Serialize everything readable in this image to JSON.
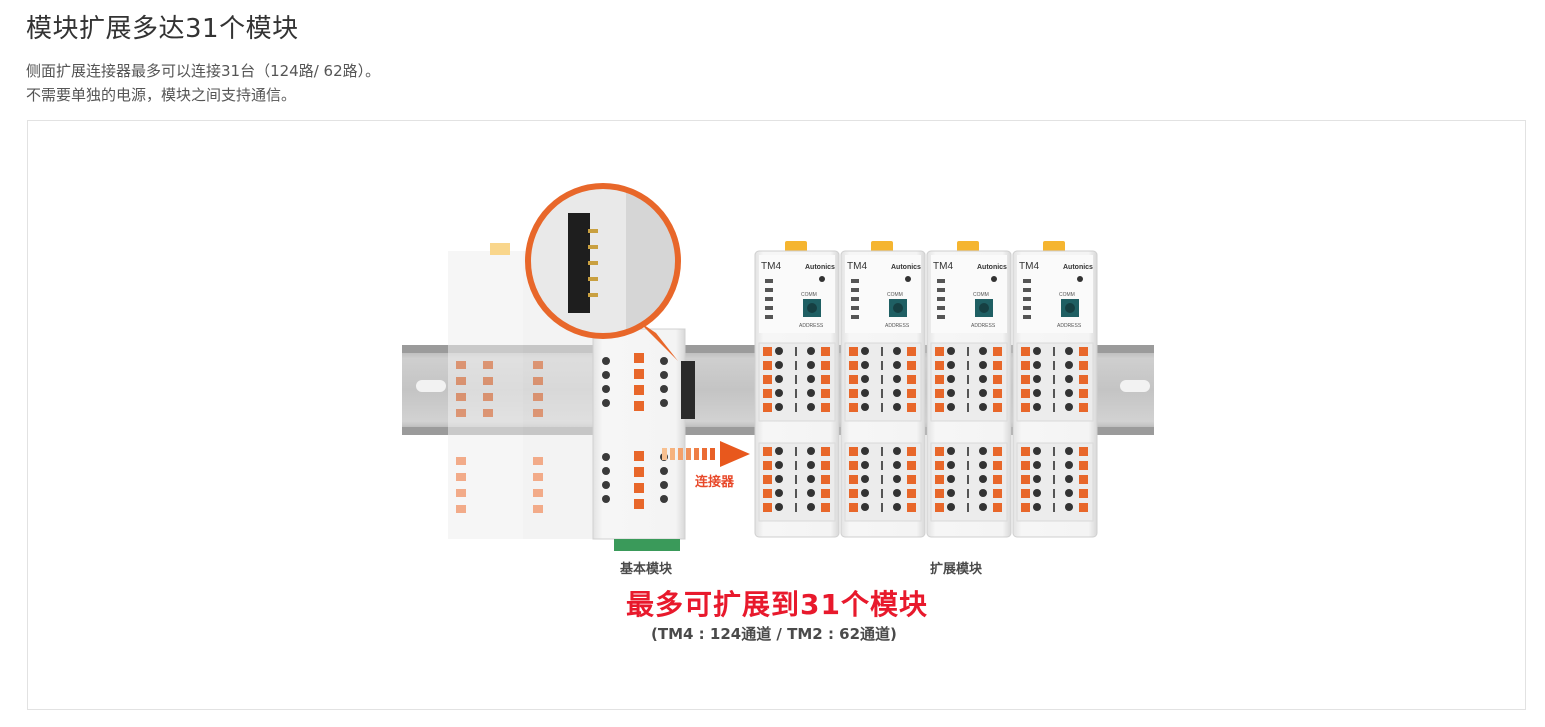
{
  "header": {
    "title": "模块扩展多达31个模块",
    "desc_line1": "侧面扩展连接器最多可以连接31台（124路/ 62路）。",
    "desc_line2": "不需要单独的电源，模块之间支持通信。"
  },
  "figure": {
    "connector_label": "连接器",
    "base_module_label": "基本模块",
    "expansion_module_label": "扩展模块",
    "headline": "最多可扩展到31个模块",
    "subline": "(TM4 : 124通道 / TM2 : 62通道)",
    "module_model": "TM4",
    "module_brand": "Autonics",
    "dial_label_top": "COMM",
    "dial_label_bottom": "ADDRESS",
    "colors": {
      "accent_orange": "#e8672a",
      "headline_red": "#e8192c",
      "rail_gray": "#b9b9b9",
      "module_body": "#f3f3f3",
      "terminal_green": "#3a9a5a",
      "dial_teal": "#1f5f63"
    }
  }
}
